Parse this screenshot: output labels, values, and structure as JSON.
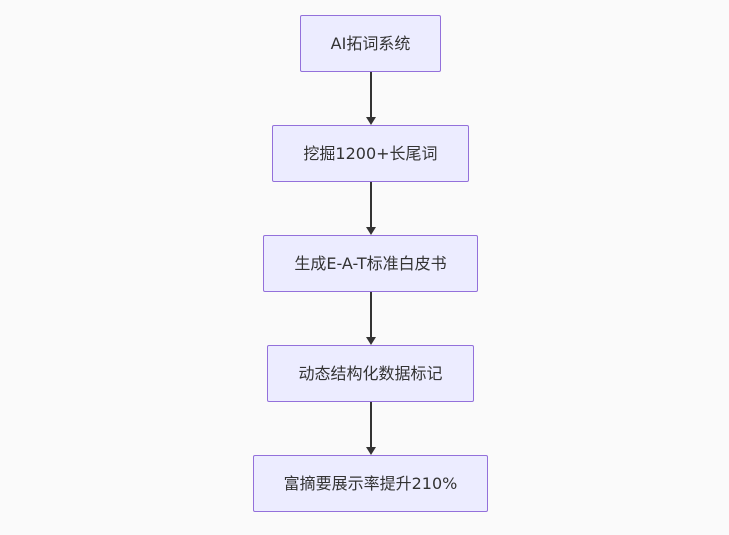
{
  "diagram": {
    "type": "flowchart",
    "direction": "top-down",
    "nodes": [
      {
        "id": "A",
        "label": "AI拓词系统"
      },
      {
        "id": "B",
        "label": "挖掘1200+长尾词"
      },
      {
        "id": "C",
        "label": "生成E-A-T标准白皮书"
      },
      {
        "id": "D",
        "label": "动态结构化数据标记"
      },
      {
        "id": "E",
        "label": "富摘要展示率提升210%"
      }
    ],
    "edges": [
      {
        "from": "A",
        "to": "B"
      },
      {
        "from": "B",
        "to": "C"
      },
      {
        "from": "C",
        "to": "D"
      },
      {
        "from": "D",
        "to": "E"
      }
    ],
    "colors": {
      "background": "#fafafa",
      "node_fill": "#ECECFF",
      "node_border": "#9370DB",
      "text": "#333333",
      "arrow": "#333333"
    }
  }
}
